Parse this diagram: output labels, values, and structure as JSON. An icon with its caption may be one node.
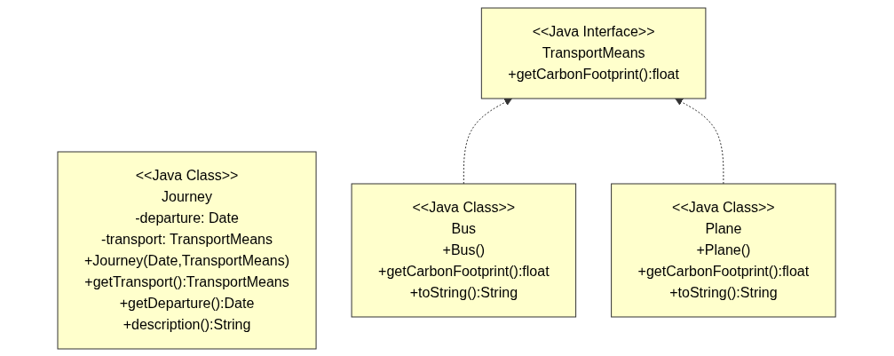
{
  "diagram": {
    "nodes": [
      {
        "text": [
          "<<Java Class>>",
          "Journey",
          "-departure: Date",
          "-transport: TransportMeans",
          "+Journey(Date,TransportMeans)",
          "+getTransport():TransportMeans",
          "+getDeparture():Date",
          "+description():String"
        ]
      },
      {
        "text": [
          "<<Java Interface>>",
          "TransportMeans",
          "+getCarbonFootprint():float"
        ]
      },
      {
        "text": [
          "<<Java Class>>",
          "Bus",
          "+Bus()",
          "+getCarbonFootprint():float",
          "+toString():String"
        ]
      },
      {
        "text": [
          "<<Java Class>>",
          "Plane",
          "+Plane()",
          "+getCarbonFootprint():float",
          "+toString():String"
        ]
      }
    ],
    "edges": [
      {
        "from": 2,
        "to": 1,
        "arrow": "to",
        "style": "dashed"
      },
      {
        "from": 3,
        "to": 1,
        "arrow": "to",
        "style": "dashed"
      }
    ]
  }
}
